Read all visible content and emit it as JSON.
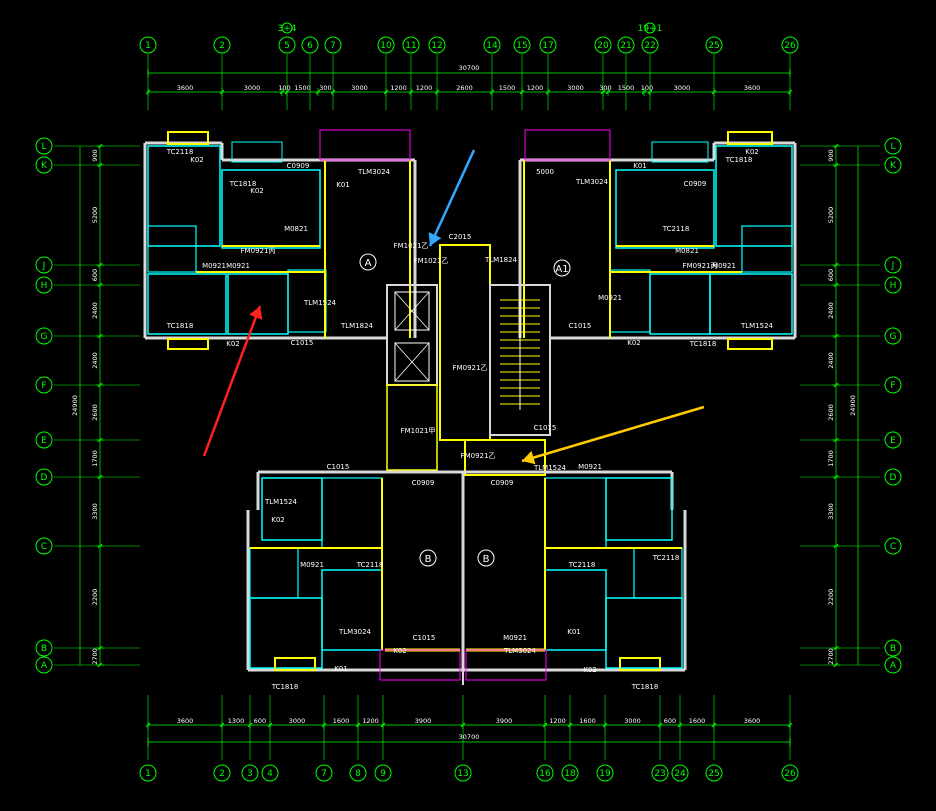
{
  "canvas": {
    "background": "#000000"
  },
  "colors": {
    "grid": "#00ff00",
    "dim": "#00ff00",
    "wall": "#d9d9d9",
    "wall_fill": "#c0c0c0",
    "partition": "#ffff00",
    "aqua": "#00ffff",
    "magenta": "#ff00ff",
    "label": "#ffffff",
    "axis": "#00ff00",
    "arrow_blue": "#33aaff",
    "arrow_red": "#ff2020",
    "arrow_yellow": "#ffcc00"
  },
  "axes_top": [
    "1",
    "2",
    "5",
    "6",
    "7",
    "10",
    "11",
    "12",
    "14",
    "15",
    "17",
    "20",
    "21",
    "22",
    "25",
    "26"
  ],
  "axes_top_small": [
    "3+4",
    "19+1"
  ],
  "axes_bottom": [
    "1",
    "2",
    "3",
    "4",
    "7",
    "8",
    "9",
    "13",
    "16",
    "18",
    "19",
    "23",
    "24",
    "25",
    "26"
  ],
  "axes_left": [
    "L",
    "K",
    "J",
    "H",
    "G",
    "F",
    "E",
    "D",
    "C",
    "B",
    "A"
  ],
  "axes_right": [
    "L",
    "K",
    "J",
    "H",
    "G",
    "F",
    "E",
    "D",
    "C",
    "B",
    "A"
  ],
  "dims_top_total": "30700",
  "dims_top": [
    "3600",
    "3000",
    "100",
    "1500",
    "300",
    "3000",
    "1200",
    "1200",
    "2600",
    "1500",
    "1200",
    "3000",
    "300",
    "1500",
    "100",
    "3000",
    "3600"
  ],
  "dims_bottom_total": "30700",
  "dims_bottom": [
    "3600",
    "1300",
    "600",
    "3000",
    "1600",
    "1200",
    "3900",
    "3900",
    "1200",
    "1600",
    "3000",
    "600",
    "1600",
    "3600"
  ],
  "dims_left_total": "24900",
  "dims_left": [
    "900",
    "5200",
    "600",
    "2400",
    "2400",
    "2600",
    "1700",
    "3300",
    "2200",
    "2700",
    "900"
  ],
  "dims_right_total": "24900",
  "dims_right": [
    "900",
    "5200",
    "600",
    "2400",
    "2400",
    "2600",
    "1700",
    "3300",
    "2200",
    "2700",
    "900"
  ],
  "unit_labels": {
    "A": "A",
    "A1": "A1",
    "B_left": "B",
    "B_right": "B"
  },
  "labels": [
    "TC2118",
    "K02",
    "C0909",
    "TC1818",
    "K02",
    "TLM3024",
    "K01",
    "M0821",
    "FM0921丙",
    "M0921",
    "M0921",
    "TC1818",
    "K02",
    "C1015",
    "TLM1824",
    "TLM1524",
    "C2015",
    "FM1021乙",
    "FM1021乙",
    "FM0921乙",
    "5000",
    "TLM3024",
    "K01",
    "C0909",
    "TC1818",
    "K02",
    "TC2118",
    "M0821",
    "FM0921丙",
    "M0921",
    "M0921",
    "TLM1524",
    "TC1818",
    "K02",
    "C1015",
    "TLM1824",
    "FM0921乙",
    "FM1021甲",
    "C1015",
    "C1015",
    "C0909",
    "TLM1524",
    "K02",
    "TC2118",
    "M0921",
    "M0921",
    "C0909",
    "TLM1524",
    "C1015",
    "TLM3024",
    "K02",
    "K01",
    "TC1818",
    "TC2118",
    "M0921",
    "TLM3024",
    "K01",
    "K02",
    "TC1818",
    "TC2118",
    "C0909"
  ]
}
